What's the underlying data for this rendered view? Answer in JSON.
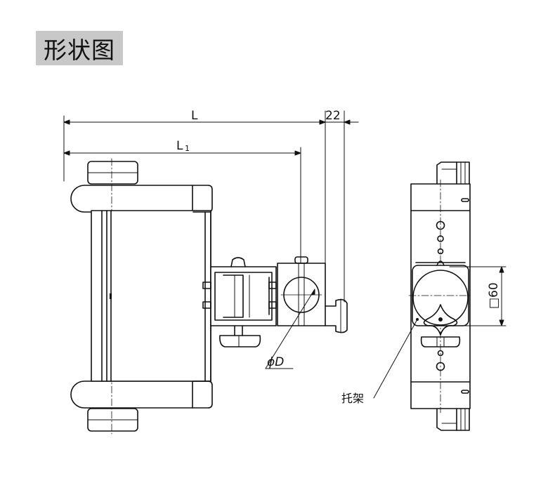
{
  "title": "形状图",
  "labels": {
    "L": "L",
    "L1_main": "L",
    "L1_sub": "1",
    "dim22": "22",
    "phiD": "ϕD",
    "sq60": "□60",
    "bracket": "托架"
  }
}
